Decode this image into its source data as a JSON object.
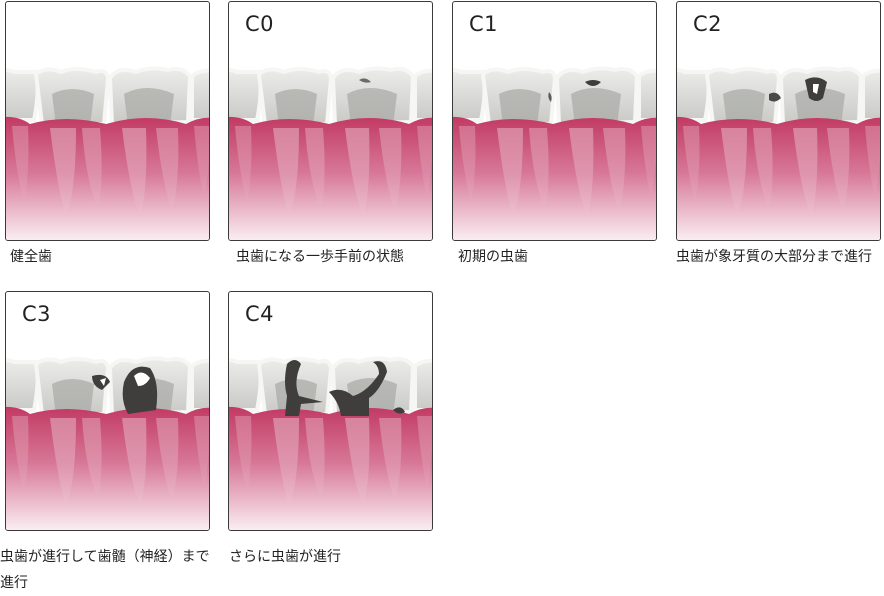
{
  "panels": [
    {
      "stage": "",
      "caption": "健全歯"
    },
    {
      "stage": "C0",
      "caption": "虫歯になる一歩手前の状態"
    },
    {
      "stage": "C1",
      "caption": "初期の虫歯"
    },
    {
      "stage": "C2",
      "caption": "虫歯が象牙質の大部分まで進行"
    },
    {
      "stage": "C3",
      "caption": "虫歯が進行して歯髄（神経）まで進行"
    },
    {
      "stage": "C4",
      "caption": "さらに虫歯が進行"
    }
  ],
  "colors": {
    "gum": "#c9466d",
    "tooth": "#cfd0cc",
    "decay": "#3f3e3d",
    "border": "#3a3a3a"
  }
}
